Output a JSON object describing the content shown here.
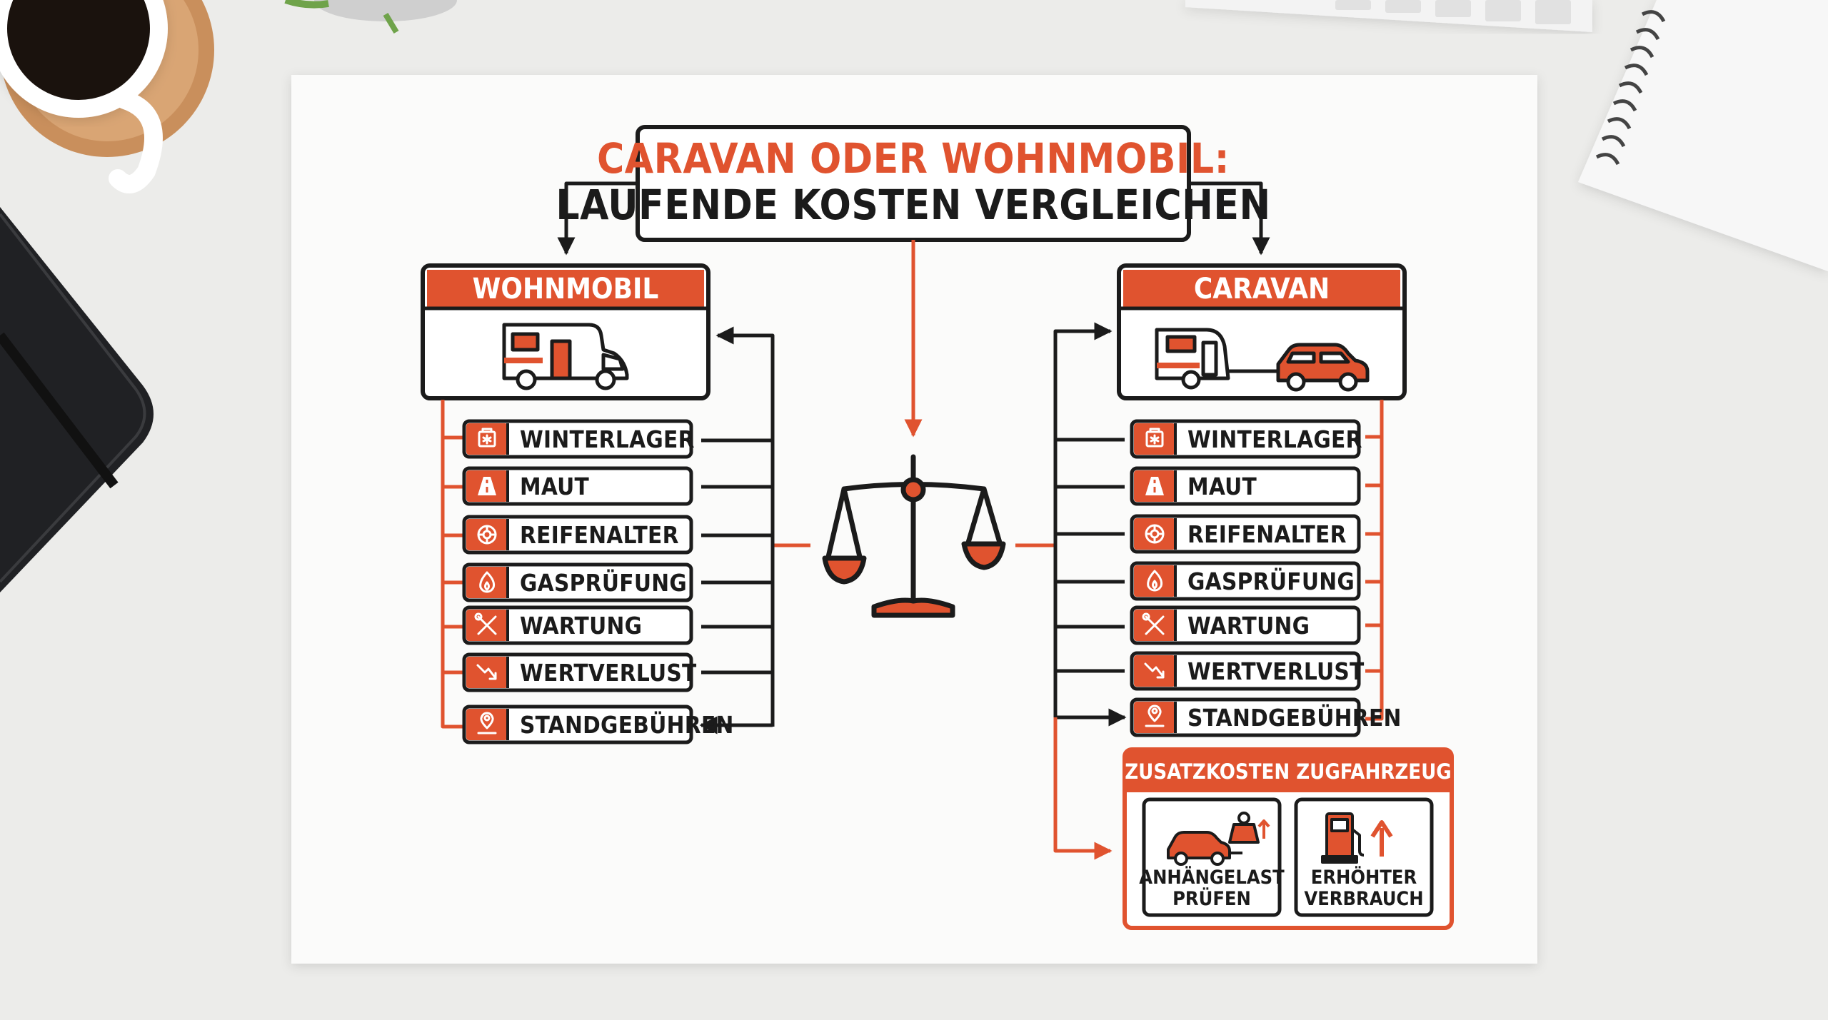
{
  "title": {
    "line1": "CARAVAN ODER WOHNMOBIL:",
    "line2": "LAUFENDE KOSTEN VERGLEICHEN"
  },
  "left": {
    "header": "WOHNMOBIL",
    "icon": "motorhome-icon",
    "items": [
      {
        "label": "WINTERLAGER",
        "icon": "winter-storage-icon"
      },
      {
        "label": "MAUT",
        "icon": "road-toll-icon"
      },
      {
        "label": "REIFENALTER",
        "icon": "tire-icon"
      },
      {
        "label": "GASPRÜFUNG",
        "icon": "gas-flame-icon"
      },
      {
        "label": "WARTUNG",
        "icon": "tools-icon"
      },
      {
        "label": "WERTVERLUST",
        "icon": "depreciation-icon"
      },
      {
        "label": "STANDGEBÜHREN",
        "icon": "location-pin-icon"
      }
    ]
  },
  "right": {
    "header": "CARAVAN",
    "icon": "caravan-with-car-icon",
    "items": [
      {
        "label": "WINTERLAGER",
        "icon": "winter-storage-icon"
      },
      {
        "label": "MAUT",
        "icon": "road-toll-icon"
      },
      {
        "label": "REIFENALTER",
        "icon": "tire-icon"
      },
      {
        "label": "GASPRÜFUNG",
        "icon": "gas-flame-icon"
      },
      {
        "label": "WARTUNG",
        "icon": "tools-icon"
      },
      {
        "label": "WERTVERLUST",
        "icon": "depreciation-icon"
      },
      {
        "label": "STANDGEBÜHREN",
        "icon": "location-pin-icon"
      }
    ]
  },
  "extra": {
    "header": "ZUSATZKOSTEN ZUGFAHRZEUG",
    "cards": [
      {
        "line1": "ANHÄNGELAST",
        "line2": "PRÜFEN",
        "icon": "car-weight-icon"
      },
      {
        "line1": "ERHÖHTER",
        "line2": "VERBRAUCH",
        "icon": "fuel-pump-icon"
      }
    ]
  },
  "center_icon": "balance-scale-icon",
  "colors": {
    "accent": "#e0532f",
    "ink": "#1b1b1b",
    "paper": "#fbfbfa",
    "desk": "#ececea"
  }
}
